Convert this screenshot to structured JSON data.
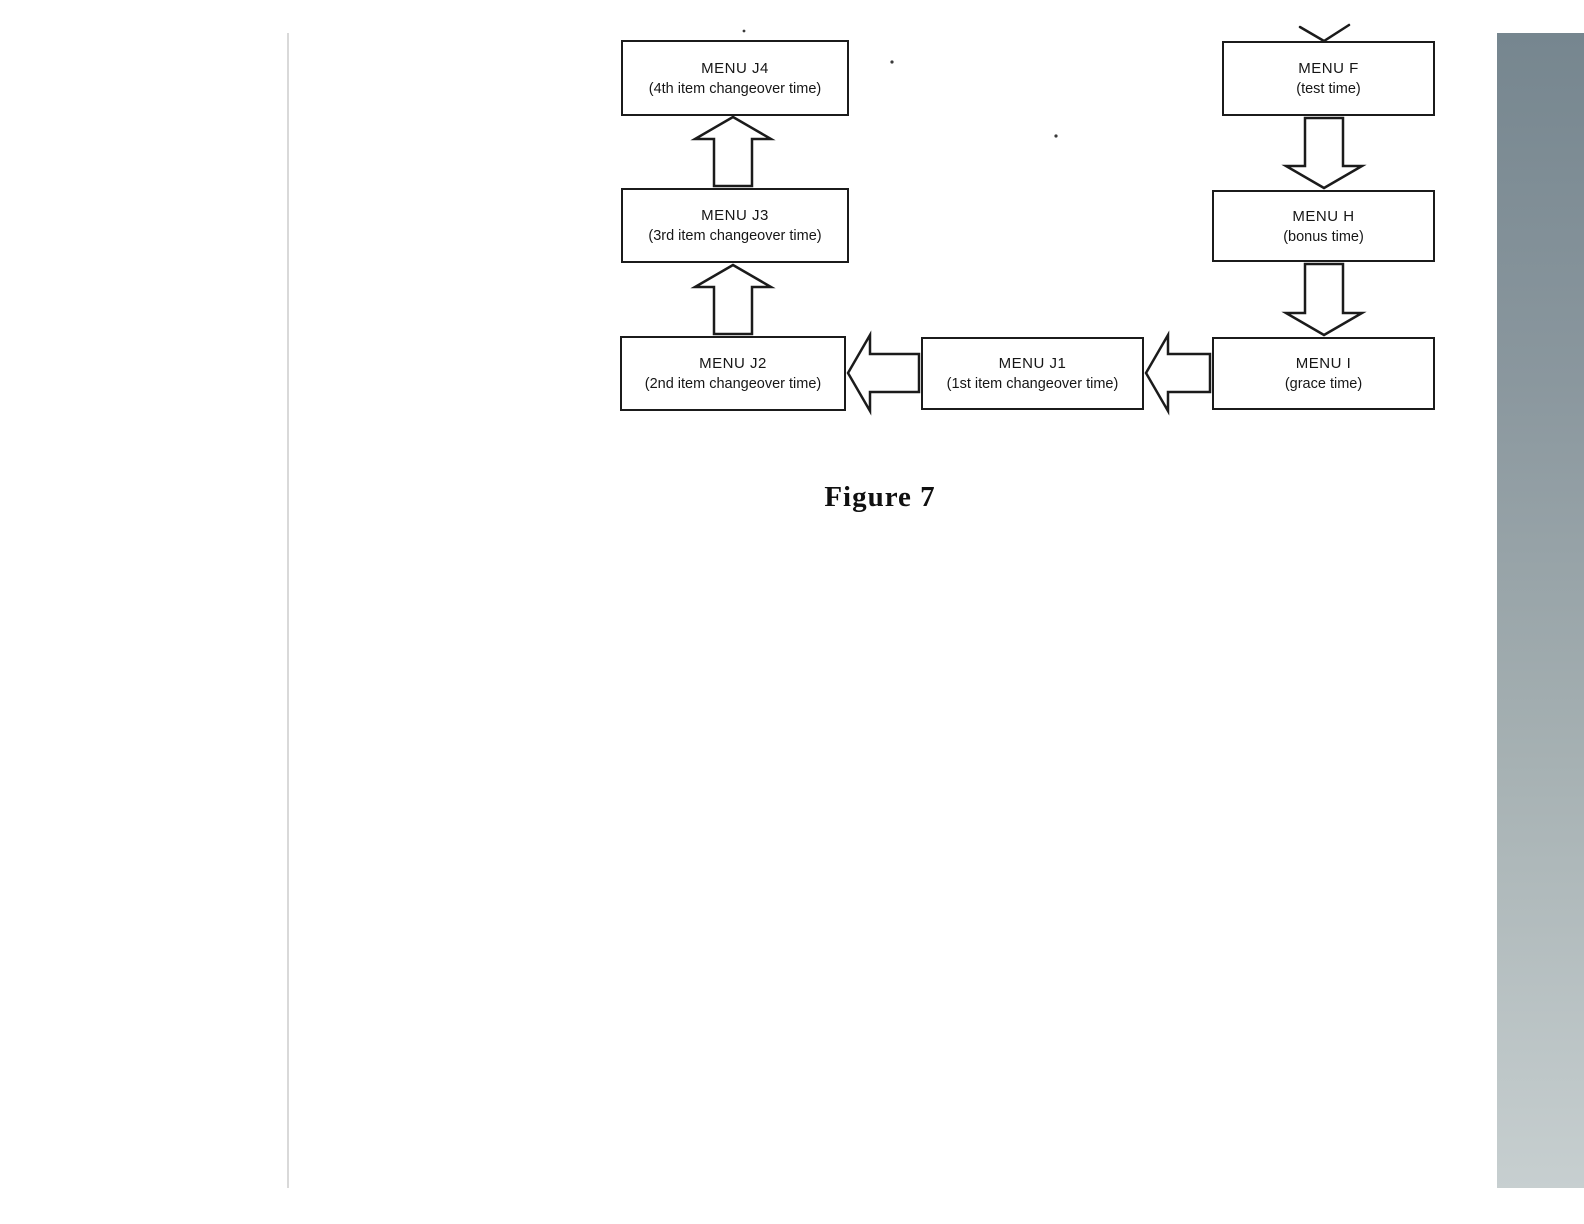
{
  "page": {
    "background_color": "#ffffff",
    "left_rule_color": "#d9d9d9",
    "side_strip": {
      "top_color": "#76868f",
      "middle_color": "#a5b0b2",
      "bottom_color": "#c7cfd0"
    },
    "ink_color": "#1b1b1b"
  },
  "figure": {
    "caption": "Figure 7",
    "nodes": [
      {
        "id": "menu-j4",
        "title": "MENU J4",
        "subtitle": "(4th item changeover time)"
      },
      {
        "id": "menu-j3",
        "title": "MENU J3",
        "subtitle": "(3rd item changeover time)"
      },
      {
        "id": "menu-j2",
        "title": "MENU J2",
        "subtitle": "(2nd item changeover time)"
      },
      {
        "id": "menu-j1",
        "title": "MENU J1",
        "subtitle": "(1st item changeover time)"
      },
      {
        "id": "menu-f",
        "title": "MENU F",
        "subtitle": "(test time)"
      },
      {
        "id": "menu-h",
        "title": "MENU H",
        "subtitle": "(bonus time)"
      },
      {
        "id": "menu-i",
        "title": "MENU I",
        "subtitle": "(grace time)"
      }
    ],
    "edges": [
      {
        "from": "above",
        "to": "menu-f",
        "direction": "down",
        "style": "chevron"
      },
      {
        "from": "menu-f",
        "to": "menu-h",
        "direction": "down",
        "style": "block-arrow"
      },
      {
        "from": "menu-h",
        "to": "menu-i",
        "direction": "down",
        "style": "block-arrow"
      },
      {
        "from": "menu-i",
        "to": "menu-j1",
        "direction": "left",
        "style": "block-arrow"
      },
      {
        "from": "menu-j1",
        "to": "menu-j2",
        "direction": "left",
        "style": "block-arrow"
      },
      {
        "from": "menu-j2",
        "to": "menu-j3",
        "direction": "up",
        "style": "block-arrow"
      },
      {
        "from": "menu-j3",
        "to": "menu-j4",
        "direction": "up",
        "style": "block-arrow"
      }
    ]
  }
}
